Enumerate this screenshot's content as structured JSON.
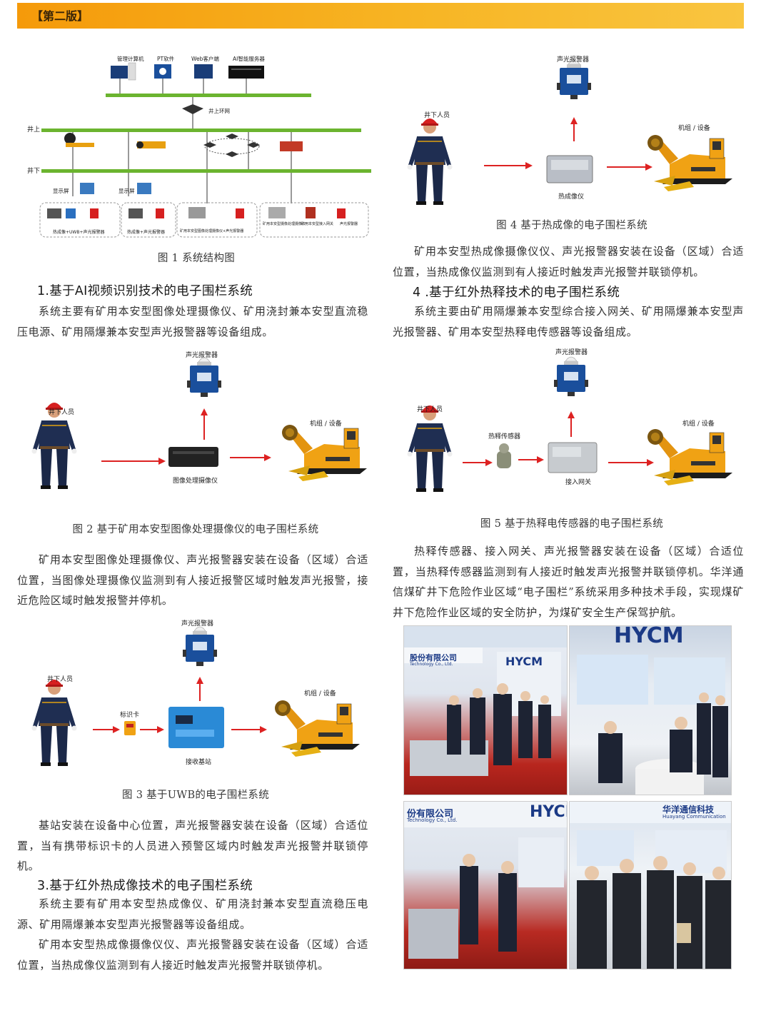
{
  "header": {
    "edition": "【第二版】"
  },
  "fig1": {
    "caption": "图 1  系统结构图",
    "top_nodes": [
      "管理计算机",
      "PT软件",
      "Web客户端",
      "AI智能服务器"
    ],
    "ring": "井上环网",
    "above": "井上",
    "below": "井下",
    "monitors": [
      "显示屏",
      "显示屏"
    ],
    "groups": [
      "热成像+UWB+声光报警器",
      "热成像+声光报警器",
      "矿用本安型图像处理摄像仪+声光报警器",
      "矿用本安型摄像处理摄像仪",
      "矿用本安型接入网关",
      "声光报警器"
    ]
  },
  "sec1": {
    "heading": "1.基于AI视频识别技术的电子围栏系统",
    "text": "系统主要有矿用本安型图像处理摄像仪、矿用浇封兼本安型直流稳压电源、矿用隔爆兼本安型声光报警器等设备组成。"
  },
  "fig2": {
    "person": "井下人员",
    "alarm": "声光报警器",
    "device": "图像处理摄像仪",
    "machine": "机组 / 设备",
    "caption": "图 2  基于矿用本安型图像处理摄像仪的电子围栏系统"
  },
  "para2": "矿用本安型图像处理摄像仪、声光报警器安装在设备（区域）合适位置，当图像处理摄像仪监测到有人接近报警区域时触发声光报警，接近危险区域时触发报警并停机。",
  "fig3": {
    "person": "井下人员",
    "card": "标识卡",
    "alarm": "声光报警器",
    "device": "接收基站",
    "machine": "机组 / 设备",
    "caption": "图 3  基于UWB的电子围栏系统"
  },
  "para3": "基站安装在设备中心位置，声光报警器安装在设备（区域）合适位置，当有携带标识卡的人员进入预警区域内时触发声光报警并联锁停机。",
  "sec3": {
    "heading": "3.基于红外热成像技术的电子围栏系统",
    "text1": "系统主要有矿用本安型热成像仪、矿用浇封兼本安型直流稳压电源、矿用隔爆兼本安型声光报警器等设备组成。",
    "text2": "矿用本安型热成像摄像仪仪、声光报警器安装在设备（区域）合适位置，当热成像仪监测到有人接近时触发声光报警并联锁停机。"
  },
  "fig4": {
    "person": "井下人员",
    "alarm": "声光报警器",
    "device": "热成像仪",
    "machine": "机组 / 设备",
    "caption": "图 4  基于热成像的电子围栏系统"
  },
  "para4": "矿用本安型热成像摄像仪仪、声光报警器安装在设备（区域）合适位置，当热成像仪监测到有人接近时触发声光报警并联锁停机。",
  "sec4": {
    "heading": "4 .基于红外热释技术的电子围栏系统",
    "text": "系统主要由矿用隔爆兼本安型综合接入网关、矿用隔爆兼本安型声光报警器、矿用本安型热释电传感器等设备组成。"
  },
  "fig5": {
    "person": "井下人员",
    "sensor": "热释传感器",
    "alarm": "声光报警器",
    "device": "接入网关",
    "machine": "机组 / 设备",
    "caption": "图 5  基于热释电传感器的电子围栏系统"
  },
  "para5": "热释传感器、接入网关、声光报警器安装在设备（区域）合适位置，当热释传感器监测到有人接近时触发声光报警并联锁停机。华洋通信煤矿井下危险作业区域“电子围栏”系统采用多种技术手段，实现煤矿井下危险作业区域的安全防护，为煤矿安全生产保驾护航。",
  "photos": {
    "brand": "HYCM",
    "sign1": "股份有限公司",
    "sign1_sub": "Technology Co., Ltd.",
    "sign2": "华洋通信科技",
    "sign2_sub": "Huayang Communication",
    "sign3": "份有限公司"
  }
}
